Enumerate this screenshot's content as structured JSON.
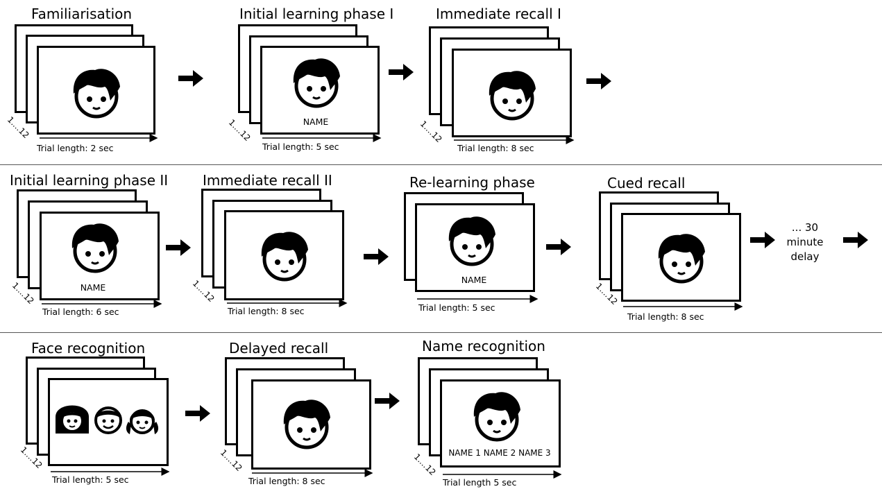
{
  "rows": [
    {
      "phases": [
        {
          "title": "Familiarisation",
          "trial": "Trial length: 2 sec",
          "counter": "1....12",
          "name": ""
        },
        {
          "title": "Initial learning phase I",
          "trial": "Trial length: 5 sec",
          "counter": "1....12",
          "name": "NAME"
        },
        {
          "title": "Immediate recall I",
          "trial": "Trial length: 8 sec",
          "counter": "1....12",
          "name": ""
        }
      ]
    },
    {
      "phases": [
        {
          "title": "Initial learning phase II",
          "trial": "Trial length: 6 sec",
          "counter": "1....12",
          "name": "NAME"
        },
        {
          "title": "Immediate recall II",
          "trial": "Trial length: 8 sec",
          "counter": "1....12",
          "name": ""
        },
        {
          "title": "Re-learning phase",
          "trial": "Trial length: 5 sec",
          "counter": "",
          "name": "NAME"
        },
        {
          "title": "Cued recall",
          "trial": "Trial length: 8 sec",
          "counter": "1....12",
          "name": ""
        }
      ],
      "delay": "... 30\nminute\ndelay"
    },
    {
      "phases": [
        {
          "title": "Face recognition",
          "trial": "Trial length: 5 sec",
          "counter": "1....12",
          "name": ""
        },
        {
          "title": "Delayed recall",
          "trial": "Trial length: 8 sec",
          "counter": "1....12",
          "name": ""
        },
        {
          "title": "Name recognition",
          "trial": "Trial length 5 sec",
          "counter": "1....12",
          "name": "NAME 1 NAME 2 NAME 3"
        }
      ]
    }
  ]
}
